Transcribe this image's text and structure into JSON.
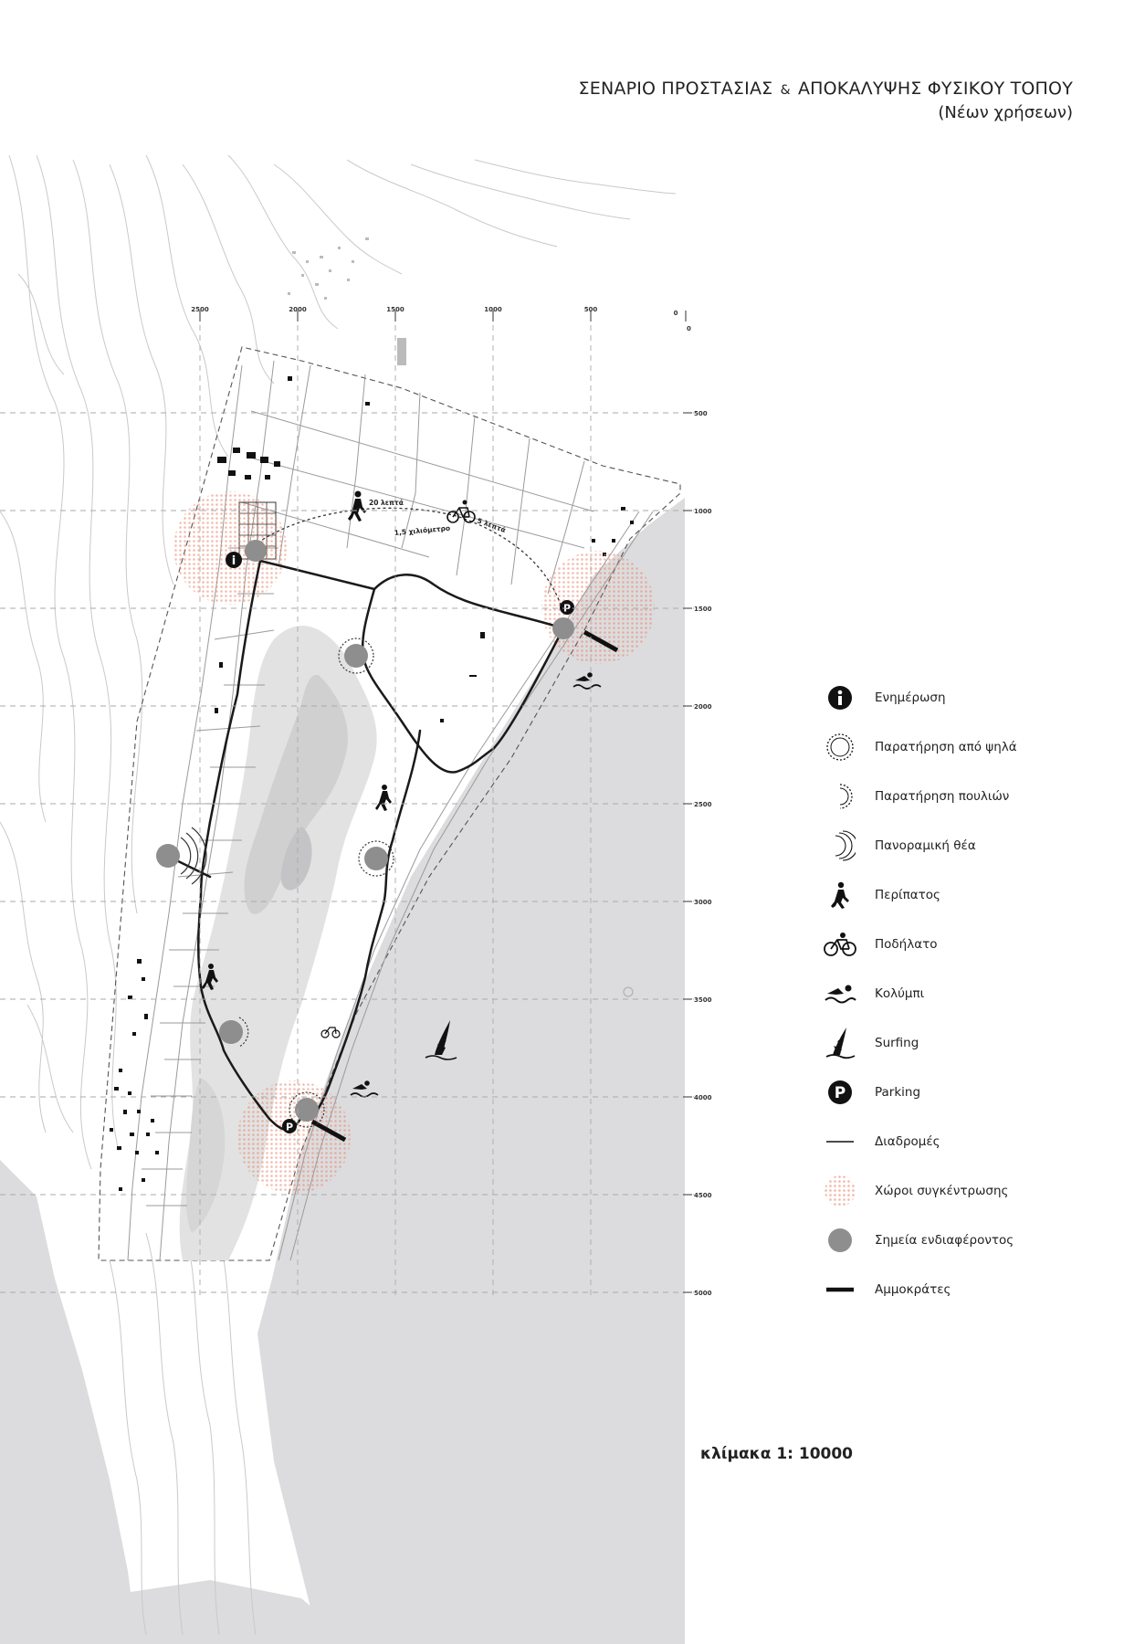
{
  "title": {
    "line1_part1": "ΣΕΝΑΡΙΟ ΠΡΟΣΤΑΣΙΑΣ",
    "ampersand": "&",
    "line1_part2": "ΑΠΟΚΑΛΥΨΗΣ ΦΥΣΙΚΟΥ ΤΟΠΟΥ",
    "line2": "(Νέων χρήσεων)"
  },
  "map": {
    "x_ticks": [
      "2500",
      "2000",
      "1500",
      "1000",
      "500",
      "0"
    ],
    "y_ticks": [
      "0",
      "500",
      "1000",
      "1500",
      "2000",
      "2500",
      "3000",
      "3500",
      "4000",
      "4500",
      "5000"
    ],
    "walk_time": "20 λεπτά",
    "bike_time": "5 λεπτά",
    "distance": "1,5 χιλιόμετρο",
    "colors": {
      "sea": "#dcdcde",
      "concentration": "#e8856a",
      "interest_point": "#8e8e8e",
      "route": "#1a1a1a"
    }
  },
  "legend": [
    {
      "icon": "info-icon",
      "label": "Ενημέρωση"
    },
    {
      "icon": "high-observation-icon",
      "label": "Παρατήρηση από ψηλά"
    },
    {
      "icon": "birdwatching-icon",
      "label": "Παρατήρηση πουλιών"
    },
    {
      "icon": "panoramic-view-icon",
      "label": "Πανοραμική θέα"
    },
    {
      "icon": "walking-icon",
      "label": "Περίπατος"
    },
    {
      "icon": "bicycle-icon",
      "label": "Ποδήλατο"
    },
    {
      "icon": "swimming-icon",
      "label": "Κολύμπι"
    },
    {
      "icon": "surfing-icon",
      "label": "Surfing"
    },
    {
      "icon": "parking-icon",
      "label": "Parking"
    },
    {
      "icon": "route-line-icon",
      "label": "Διαδρομές"
    },
    {
      "icon": "concentration-area-icon",
      "label": "Χώροι συγκέντρωσης"
    },
    {
      "icon": "interest-point-icon",
      "label": "Σημεία ενδιαφέροντος"
    },
    {
      "icon": "sand-barrier-icon",
      "label": "Αμμοκράτες"
    }
  ],
  "scale": "κλίμακα 1: 10000"
}
